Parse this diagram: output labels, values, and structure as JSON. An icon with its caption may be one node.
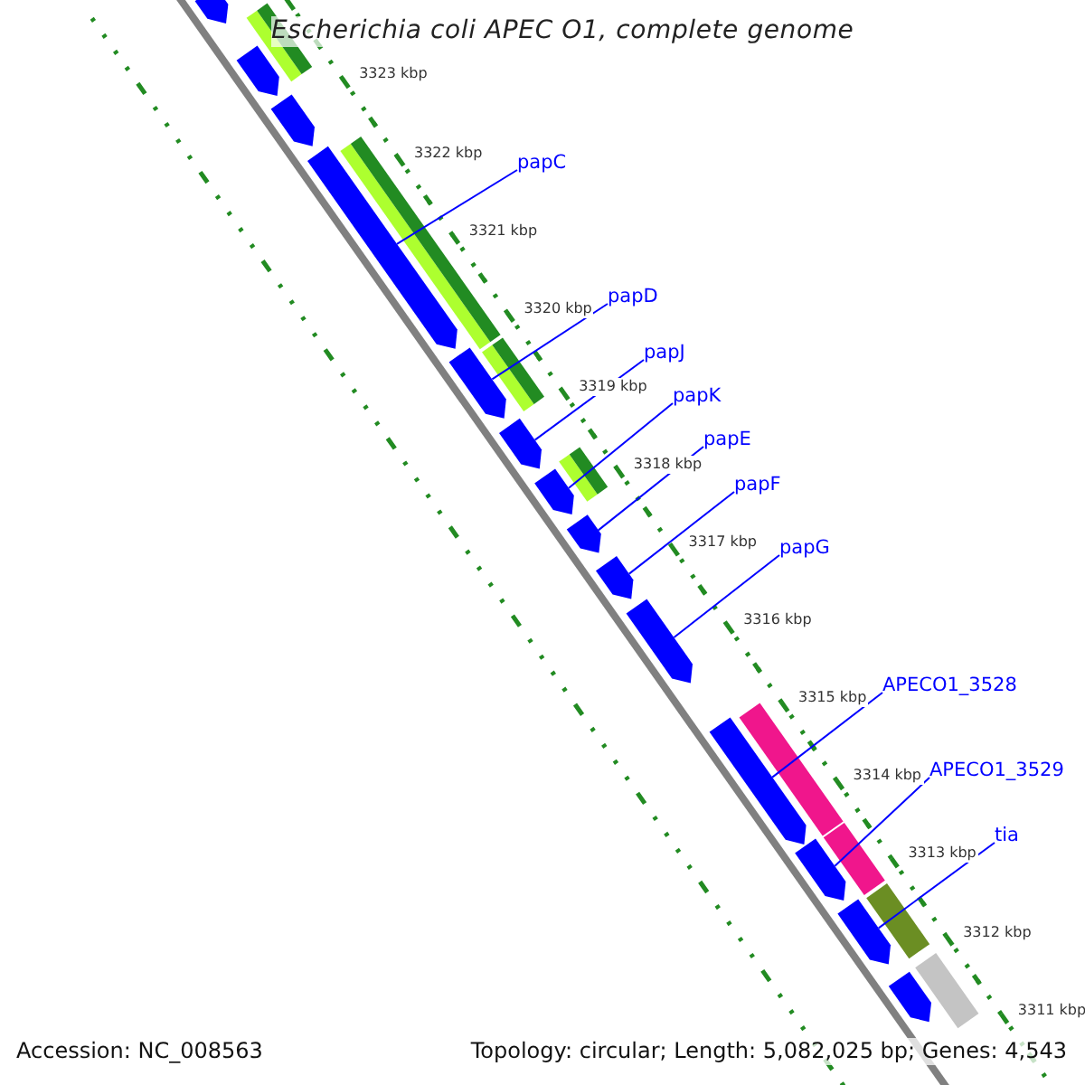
{
  "diagram": {
    "title": "Escherichia coli APEC O1, complete genome",
    "nodes": [
      {
        "text": [
          "papC"
        ]
      },
      {
        "text": [
          "papD"
        ]
      },
      {
        "text": [
          "papJ"
        ]
      },
      {
        "text": [
          "papK"
        ]
      },
      {
        "text": [
          "papE"
        ]
      },
      {
        "text": [
          "papF"
        ]
      },
      {
        "text": [
          "papG"
        ]
      },
      {
        "text": [
          "APECO1_3528"
        ]
      },
      {
        "text": [
          "APECO1_3529"
        ]
      },
      {
        "text": [
          "tia"
        ]
      },
      {
        "text": [],
        "shape": "arrow"
      },
      {
        "text": [],
        "shape": "bar"
      },
      {
        "text": [],
        "shape": "arrow"
      },
      {
        "text": [],
        "shape": "arrow"
      },
      {
        "text": [],
        "shape": "arrow"
      },
      {
        "text": [],
        "shape": "bar"
      },
      {
        "text": [],
        "shape": "arrow"
      },
      {
        "text": [],
        "shape": "bar"
      },
      {
        "text": [],
        "shape": "arrow"
      },
      {
        "text": [],
        "shape": "bar"
      },
      {
        "text": [],
        "shape": "arrow"
      },
      {
        "text": [],
        "shape": "arrow"
      },
      {
        "text": [],
        "shape": "arrow"
      },
      {
        "text": [],
        "shape": "arrow"
      },
      {
        "text": [],
        "shape": "arrow"
      },
      {
        "text": [],
        "shape": "bar"
      },
      {
        "text": [],
        "shape": "arrow"
      },
      {
        "text": [],
        "shape": "bar"
      },
      {
        "text": [],
        "shape": "arrow"
      },
      {
        "text": [],
        "shape": "bar"
      },
      {
        "text": [],
        "shape": "arrow"
      },
      {
        "text": [],
        "shape": "bar"
      }
    ],
    "edges": [
      {
        "from": 0,
        "to": 14,
        "arrow": "none"
      },
      {
        "from": 1,
        "to": 16,
        "arrow": "none"
      },
      {
        "from": 2,
        "to": 18,
        "arrow": "none"
      },
      {
        "from": 3,
        "to": 20,
        "arrow": "none"
      },
      {
        "from": 4,
        "to": 21,
        "arrow": "none"
      },
      {
        "from": 5,
        "to": 22,
        "arrow": "none"
      },
      {
        "from": 6,
        "to": 23,
        "arrow": "none"
      },
      {
        "from": 7,
        "to": 24,
        "arrow": "none"
      },
      {
        "from": 8,
        "to": 26,
        "arrow": "none"
      },
      {
        "from": 9,
        "to": 28,
        "arrow": "none"
      }
    ],
    "labels": [
      "3323 kbp",
      "3322 kbp",
      "3321 kbp",
      "3320 kbp",
      "3319 kbp",
      "3318 kbp",
      "3317 kbp",
      "3316 kbp",
      "3315 kbp",
      "3314 kbp",
      "3313 kbp",
      "3312 kbp",
      "3311 kbp",
      "Accession: NC_008563",
      "Topology: circular; Length: 5,082,025 bp; Genes: 4,543"
    ]
  }
}
